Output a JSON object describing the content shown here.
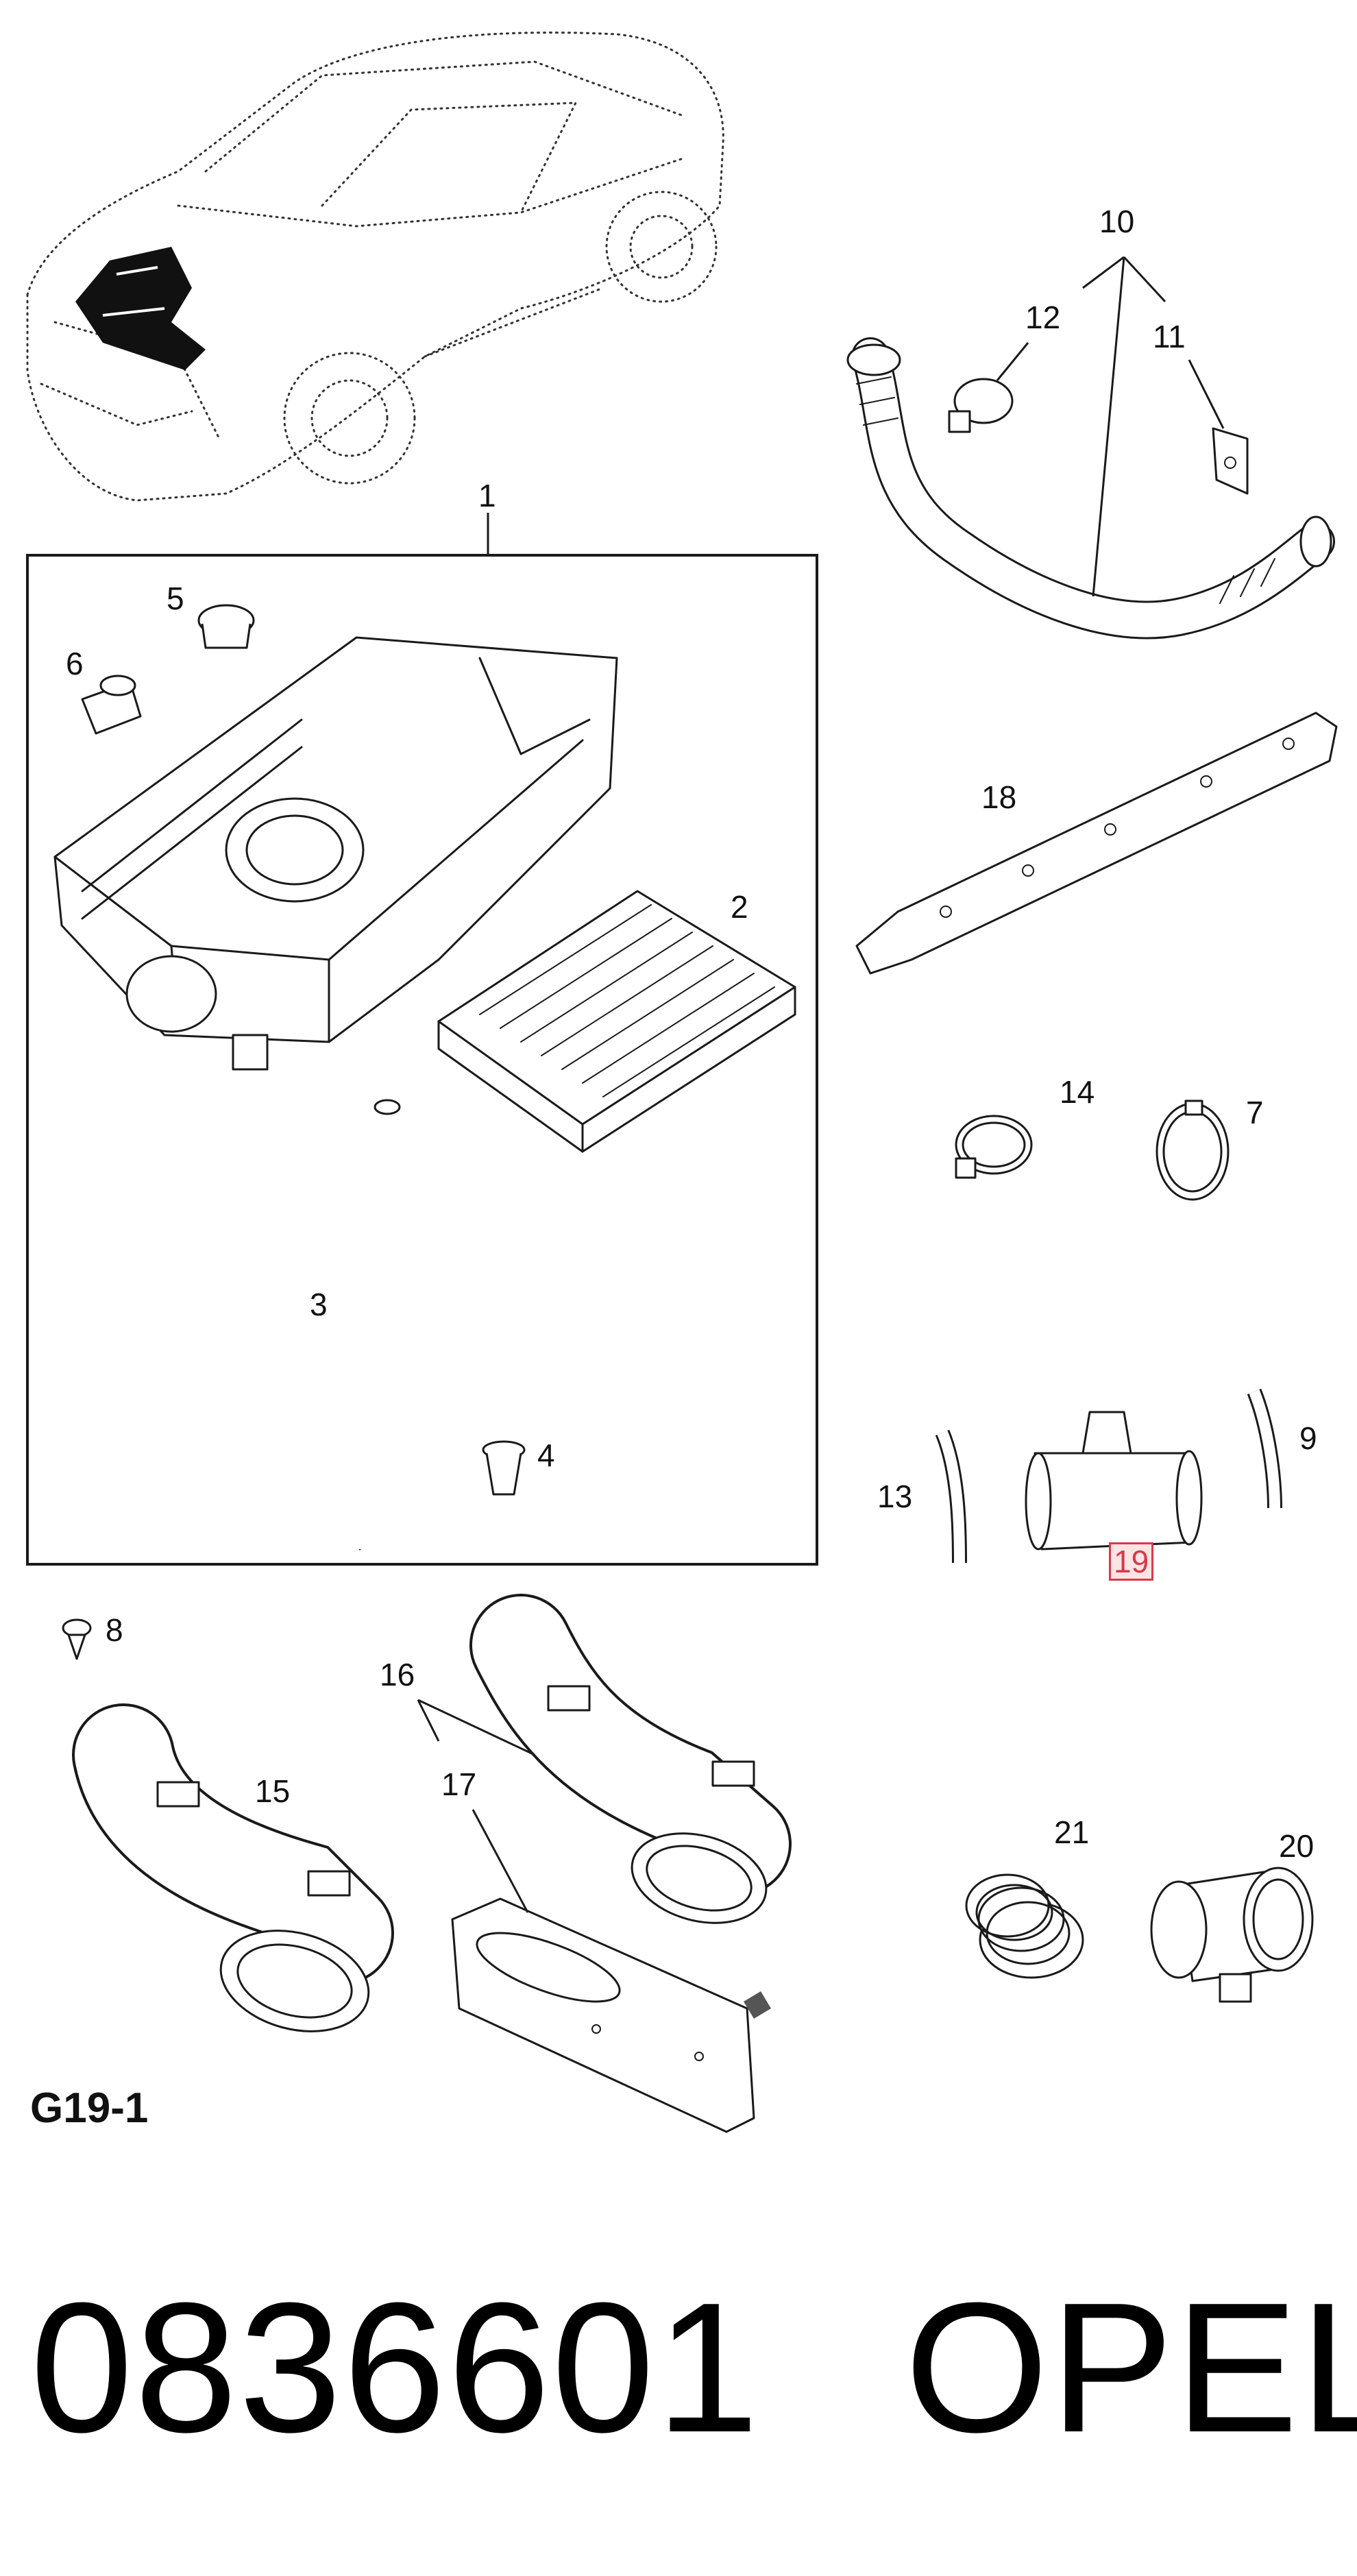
{
  "diagram": {
    "callouts": [
      "1",
      "2",
      "3",
      "4",
      "5",
      "6",
      "7",
      "8",
      "9",
      "10",
      "11",
      "12",
      "13",
      "14",
      "15",
      "16",
      "17",
      "18",
      "19",
      "20",
      "21"
    ],
    "highlighted_callout": "19",
    "sheet_label": "G19-1"
  },
  "footer": {
    "part_number": "0836601",
    "brand": "OPEL"
  },
  "colors": {
    "highlight_stroke": "#d63a4a",
    "highlight_fill": "#fde4e4",
    "line": "#1a1a1a"
  }
}
